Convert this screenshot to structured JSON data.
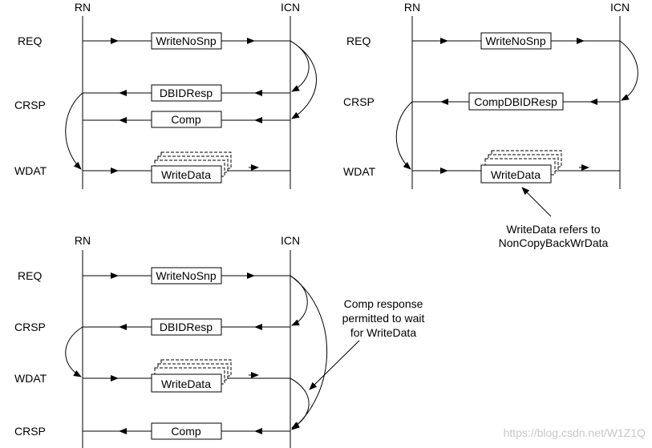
{
  "diagram1": {
    "rn": "RN",
    "icn": "ICN",
    "rows": [
      "REQ",
      "CRSP",
      "WDAT"
    ],
    "msgs": [
      "WriteNoSnp",
      "DBIDResp",
      "Comp",
      "WriteData"
    ]
  },
  "diagram2": {
    "rn": "RN",
    "icn": "ICN",
    "rows": [
      "REQ",
      "CRSP",
      "WDAT"
    ],
    "msgs": [
      "WriteNoSnp",
      "CompDBIDResp",
      "WriteData"
    ],
    "note_line1": "WriteData refers to",
    "note_line2": "NonCopyBackWrData"
  },
  "diagram3": {
    "rn": "RN",
    "icn": "ICN",
    "rows": [
      "REQ",
      "CRSP",
      "WDAT",
      "CRSP"
    ],
    "msgs": [
      "WriteNoSnp",
      "DBIDResp",
      "WriteData",
      "Comp"
    ],
    "note_line1": "Comp response",
    "note_line2": "permitted to wait",
    "note_line3": "for WriteData"
  },
  "watermark": "https://blog.csdn.net/W1Z1Q"
}
